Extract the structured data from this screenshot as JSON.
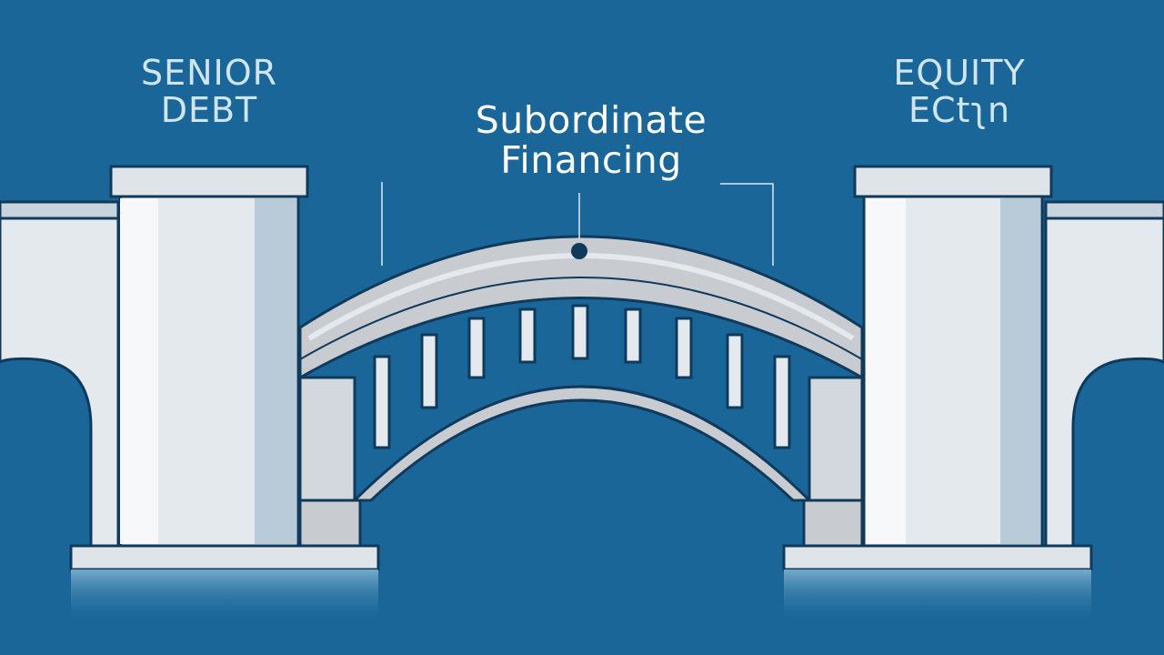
{
  "labels": {
    "left": {
      "line1": "SENIOR",
      "line2": "DEBT"
    },
    "center": {
      "line1": "Subordinate",
      "line2": "Financing"
    },
    "right": {
      "line1": "EQUITY",
      "line2": "ECtʅn"
    }
  },
  "colors": {
    "background": "#1a6699",
    "pillar_light": "#e4e9ee",
    "pillar_shade": "#c9d3dc",
    "arch": "#c8ccd1",
    "outline": "#0f3a5c",
    "label_text": "#cfe6f2"
  }
}
